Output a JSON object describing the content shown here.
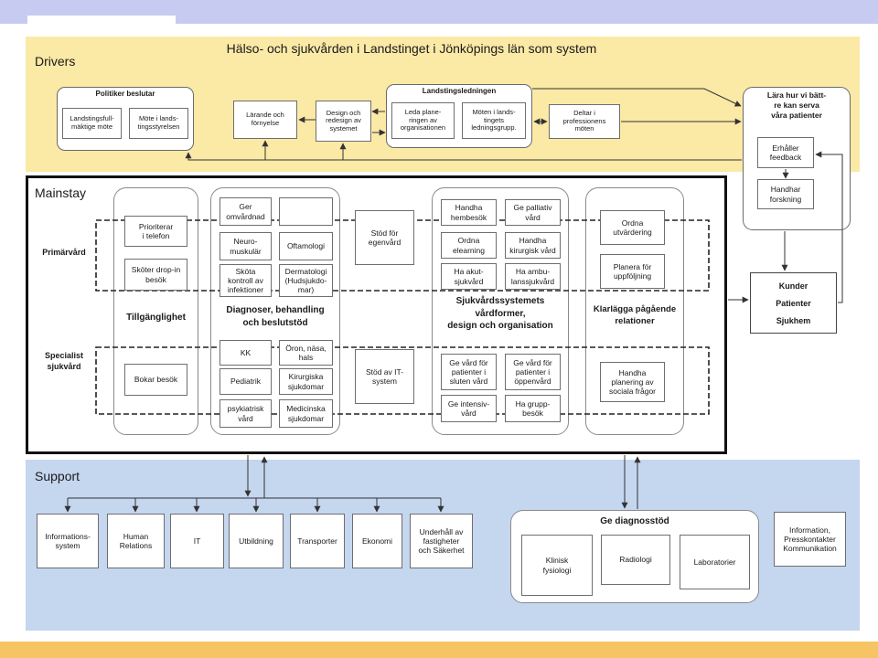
{
  "colors": {
    "drivers_bg": "#fbe9a6",
    "support_bg": "#c5d6ef",
    "top_bar": "#c7cbf1",
    "bottom_bar": "#f6c462"
  },
  "title": "Hälso- och sjukvården i Landstinget i Jönköpings län som system",
  "drivers": {
    "label": "Drivers",
    "politiker": {
      "title": "Politiker beslutar",
      "items": [
        "Landstingsfull-\nmäktige möte",
        "Möte i lands-\ntingsstyrelsen"
      ]
    },
    "larande": "Lärande och\nförnyelse",
    "design": "Design och\nredesign av\nsystemet",
    "landstingsledningen": {
      "title": "Landstingsledningen",
      "items": [
        "Leda plane-\nringen av\norganisationen",
        "Möten i lands-\ntingets\nledningsgrupp."
      ]
    },
    "deltar": "Deltar i\nprofessionens\nmöten"
  },
  "learning": {
    "title": "Lära hur vi bätt-\nre kan serva\nvåra patienter",
    "items": [
      "Erhåller\nfeedback",
      "Handhar\nforskning"
    ]
  },
  "customers": [
    "Kunder",
    "Patienter",
    "Sjukhem"
  ],
  "mainstay": {
    "label": "Mainstay",
    "rows": [
      "Primärvård",
      "Specialist\nsjukvård"
    ],
    "tillganglighet": {
      "label": "Tillgänglighet",
      "items": [
        "Prioriterar\ni telefon",
        "Sköter drop-in\nbesök",
        "Bokar besök"
      ]
    },
    "diagnoser": {
      "label": "Diagnoser, behandling\noch beslutstöd",
      "items": [
        "Ger\nomvårdnad",
        "Neuro-\nmuskulär",
        "Oftamologi",
        "Sköta\nkontroll av\ninfektioner",
        "Dermatologi\n(Hudsjukdo-\nmar)",
        "KK",
        "Öron, näsa,\nhals",
        "Pediatrik",
        "Kirurgiska\nsjukdomar",
        "psykiatrisk\nvård",
        "Medicinska\nsjukdomar"
      ]
    },
    "stod": [
      "Stöd för\negenvård",
      "Stöd av IT-\nsystem"
    ],
    "vardformer": {
      "label": "Sjukvårdssystemets\nvårdformer,\ndesign och organisation",
      "items": [
        "Handha\nhembesök",
        "Ge palliativ\nvård",
        "Ordna\nelearning",
        "Handha\nkirurgisk vård",
        "Ha akut-\nsjukvård",
        "Ha ambu-\nlanssjukvård",
        "Ge vård för\npatienter i\nsluten vård",
        "Ge vård för\npatienter i\nöppenvård",
        "Ge intensiv-\nvård",
        "Ha grupp-\nbesök"
      ]
    },
    "relationer": {
      "label": "Klarlägga pågående\nrelationer",
      "items": [
        "Ordna\nutvärdering",
        "Planera för\nuppföljning",
        "Handha\nplanering av\nsociala frågor"
      ]
    }
  },
  "support": {
    "label": "Support",
    "items": [
      "Informations-\nsystem",
      "Human\nRelations",
      "IT",
      "Utbildning",
      "Transporter",
      "Ekonomi",
      "Underhåll av\nfastigheter\noch Säkerhet"
    ],
    "diagnosstod": {
      "title": "Ge diagnosstöd",
      "items": [
        "Klinisk\nfysiologi",
        "Radiologi",
        "Laboratorier"
      ]
    },
    "information": "Information,\nPresskontakter\nKommunikation"
  }
}
